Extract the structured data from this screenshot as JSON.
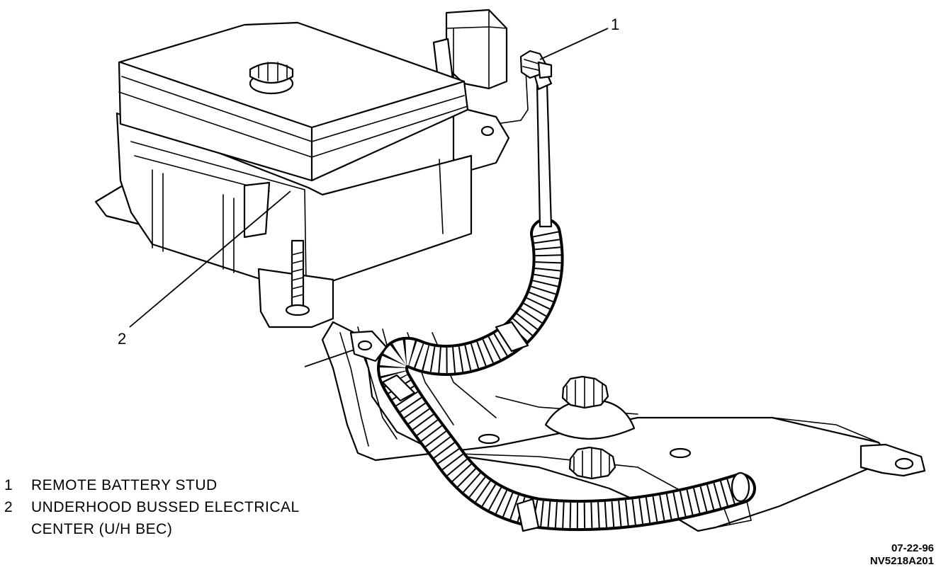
{
  "callouts": {
    "c1": "1",
    "c2": "2"
  },
  "legend": {
    "items": [
      {
        "number": "1",
        "text": "REMOTE BATTERY STUD",
        "continuation": ""
      },
      {
        "number": "2",
        "text": "UNDERHOOD BUSSED ELECTRICAL",
        "continuation": "CENTER (U/H BEC)"
      }
    ]
  },
  "stamp": {
    "date": "07-22-96",
    "code": "NV5218A201"
  }
}
